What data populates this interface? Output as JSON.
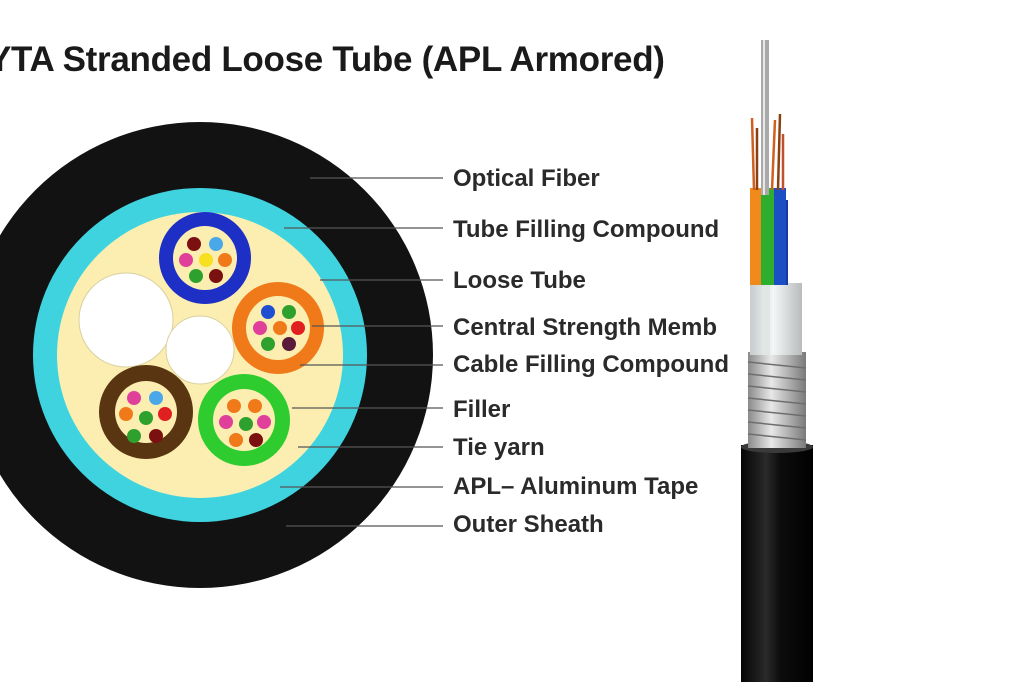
{
  "title": "YTA Stranded Loose Tube (APL Armored)",
  "labels": [
    "Optical Fiber",
    "Tube Filling Compound",
    "Loose Tube",
    "Central Strength Memb",
    "Cable Filling Compound",
    "Filler",
    "Tie yarn",
    "APL– Aluminum Tape",
    "Outer Sheath"
  ],
  "colors": {
    "outer_sheath": "#111111",
    "aluminum_tape": "#3fd3e0",
    "filling": "#fbeeb0",
    "tube_blue": "#1d2fc4",
    "tube_orange": "#f07a1a",
    "tube_brown": "#5a3511",
    "tube_green": "#2ecc2e"
  }
}
